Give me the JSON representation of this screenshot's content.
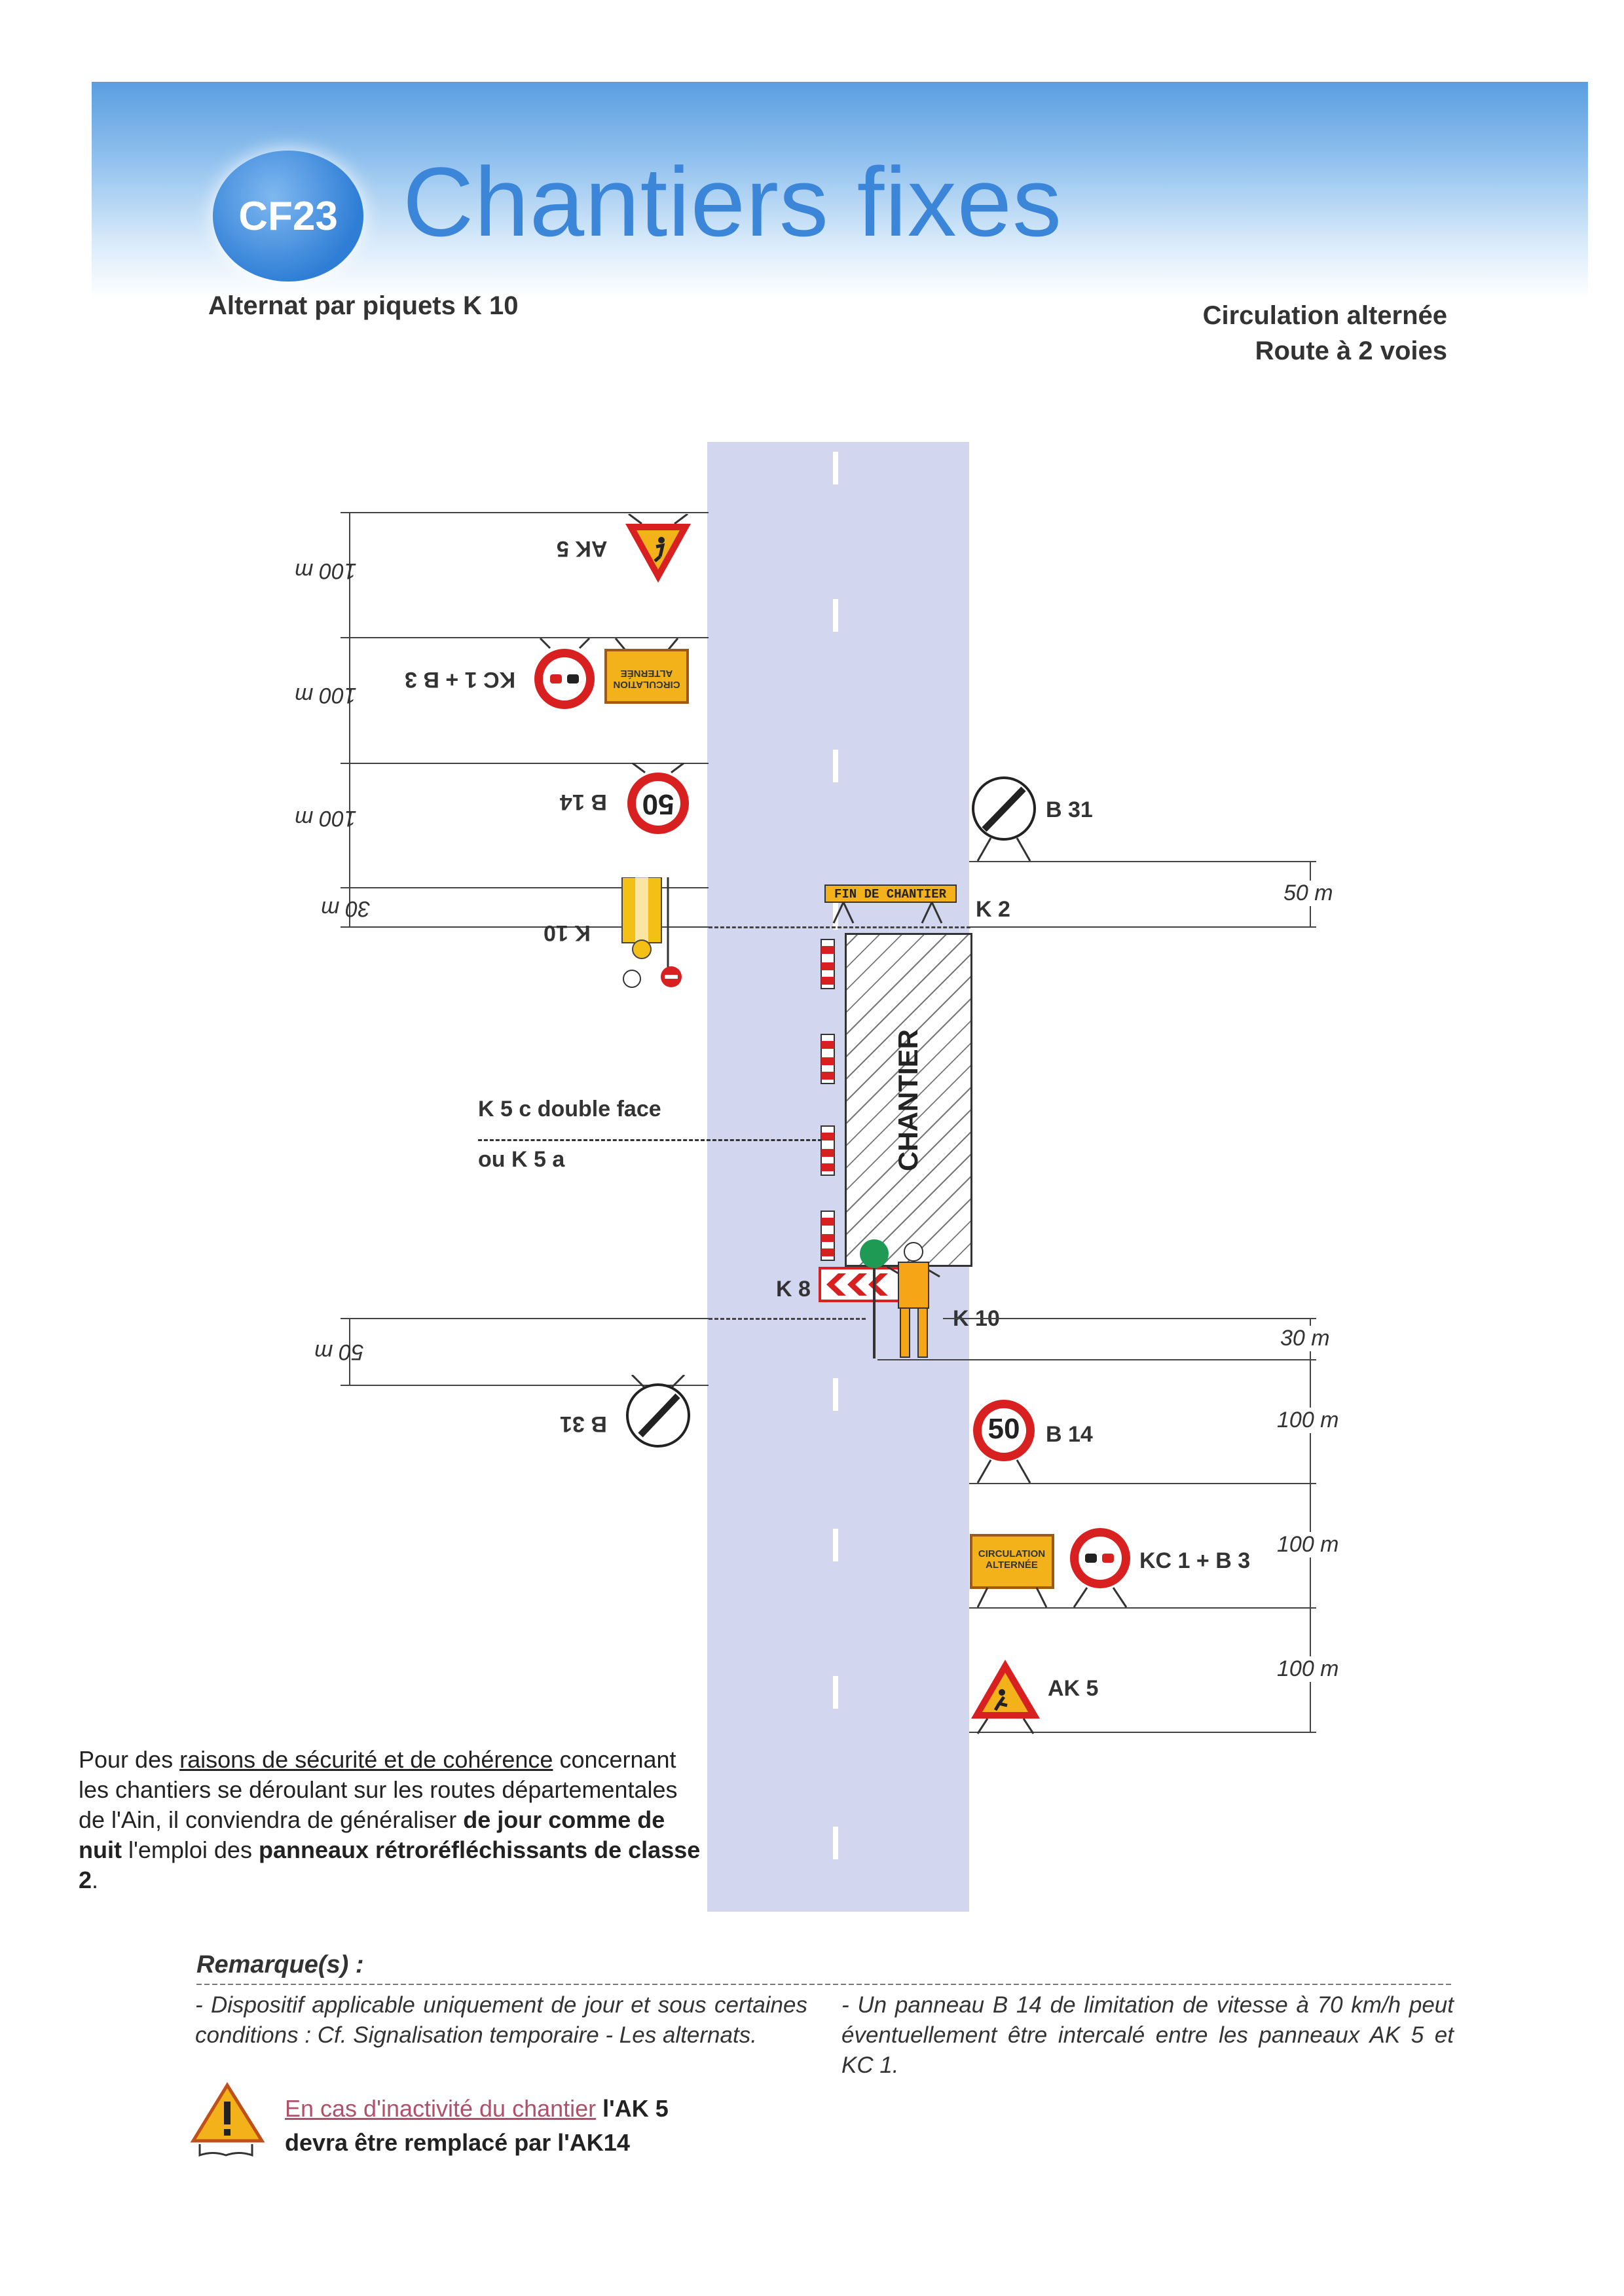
{
  "header": {
    "badge": "CF23",
    "title": "Chantiers fixes",
    "subtitle_left": "Alternat par piquets K 10",
    "subtitle_right_1": "Circulation alternée",
    "subtitle_right_2": "Route à 2 voies"
  },
  "left_side": {
    "dims": [
      "100 m",
      "100 m",
      "100 m",
      "30 m",
      "50 m"
    ],
    "ak5": "AK 5",
    "kc1b3": "KC 1 + B 3",
    "b14": "B 14",
    "k10": "K 10",
    "b31": "B 31",
    "b14_value": "50",
    "circ_sign": "CIRCULATION ALTERNÉE"
  },
  "right_side": {
    "b31": "B 31",
    "k2": "K 2",
    "k2_sign": "FIN DE CHANTIER",
    "k8": "K 8",
    "k10": "K 10",
    "b14": "B 14",
    "b14_value": "50",
    "kc1b3": "KC 1 + B 3",
    "ak5": "AK 5",
    "circ_sign": "CIRCULATION ALTERNÉE",
    "dims": [
      "50 m",
      "30 m",
      "100 m",
      "100 m",
      "100 m"
    ]
  },
  "worksite": {
    "label": "CHANTIER",
    "k5c": "K 5 c double face",
    "k5a": "ou K 5 a"
  },
  "paragraph": {
    "p1": "Pour des ",
    "p2": "raisons de sécurité et de cohérence",
    "p3": " concernant les chantiers se déroulant sur les routes départementales de l'Ain, il conviendra de généraliser ",
    "p4": "de jour comme de nuit",
    "p5": " l'emploi des ",
    "p6": "panneaux rétroréfléchissants de classe 2",
    "p7": "."
  },
  "remarks": {
    "title": "Remarque(s) :",
    "left": "- Dispositif applicable uniquement de jour et sous certaines conditions : Cf. Signalisation temporaire - Les alternats.",
    "right": "- Un panneau B 14 de limitation de vitesse à 70 km/h peut éventuellement être intercalé entre les panneaux AK 5 et KC 1.",
    "warn_link": "En cas d'inactivité du chantier",
    "warn_1": " l'AK 5",
    "warn_2": "devra être remplacé par l'AK14"
  }
}
